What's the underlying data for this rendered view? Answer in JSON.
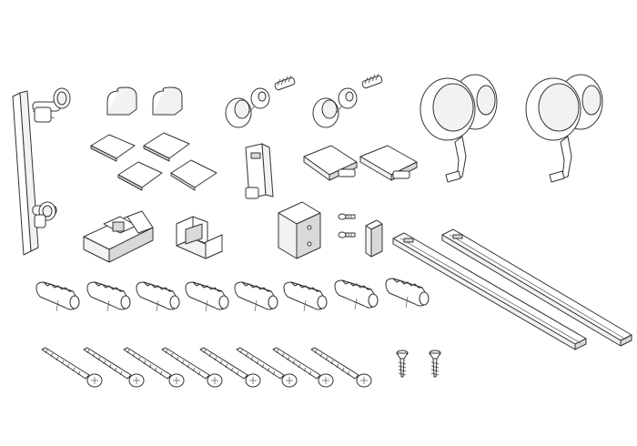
{
  "figure": {
    "kind": "exploded hardware kit parts drawing (line art, no text)"
  },
  "parts": [
    {
      "name": "door-pull-handle",
      "count": 1
    },
    {
      "name": "door-stop-block",
      "count": 2
    },
    {
      "name": "adhesive-pad",
      "count": 4
    },
    {
      "name": "wall-knob-with-bolt",
      "count": 2
    },
    {
      "name": "floor-guide-bracket",
      "count": 1
    },
    {
      "name": "end-cap",
      "count": 2
    },
    {
      "name": "roller-hanger",
      "count": 2
    },
    {
      "name": "guide-block",
      "count": 1
    },
    {
      "name": "u-channel-guide",
      "count": 1
    },
    {
      "name": "anti-jump-block",
      "count": 1
    },
    {
      "name": "small-screw",
      "count": 2
    },
    {
      "name": "spacer-cap",
      "count": 1
    },
    {
      "name": "track-rail",
      "count": 2
    },
    {
      "name": "wall-anchor",
      "count": 8
    },
    {
      "name": "lag-screw",
      "count": 8
    },
    {
      "name": "countersunk-screw",
      "count": 2
    }
  ]
}
